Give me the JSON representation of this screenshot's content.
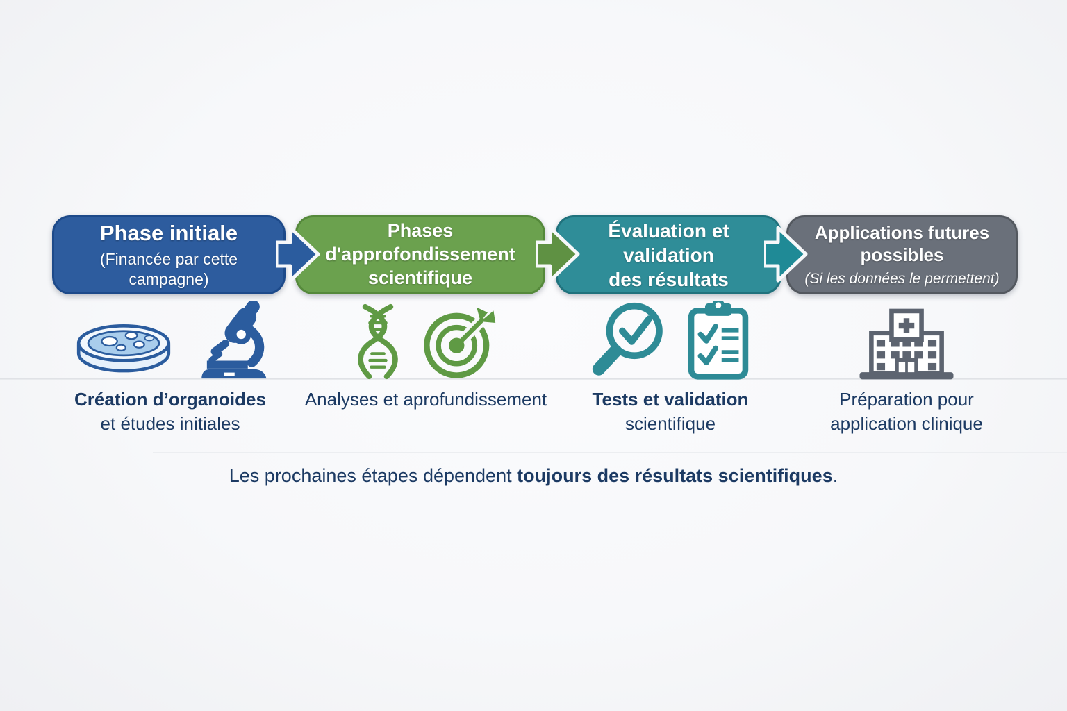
{
  "diagram": {
    "background_color": "#f7f8fa",
    "text_color": "#1c3a63",
    "phases": [
      {
        "title_line1": "Phase initiale",
        "title_line2": "(Financée par cette campagne)",
        "color": "#2d5c9e",
        "border_color": "#1d4a8a",
        "icons": [
          "petri-dish-icon",
          "microscope-icon"
        ],
        "icon_color": "#2b5c9e",
        "caption_line1": "Création d’organoides",
        "caption_line2": "et études initiales"
      },
      {
        "title_line1": "Phases d'approfondissement",
        "title_line2": "scientifique",
        "color": "#6ba14e",
        "border_color": "#55893b",
        "icons": [
          "dna-icon",
          "target-arrow-icon"
        ],
        "icon_color": "#5f9a44",
        "caption_line1": "Analyses et aprofundissement",
        "caption_line2": ""
      },
      {
        "title_line1": "Évaluation et validation",
        "title_line2": "des résultats",
        "color": "#2f8d98",
        "border_color": "#20727d",
        "icons": [
          "magnifier-check-icon",
          "clipboard-checklist-icon"
        ],
        "icon_color": "#2e8b96",
        "caption_line1": "Tests et validation",
        "caption_line2": "scientifique"
      },
      {
        "title_line1": "Applications futures possibles",
        "title_line2": "(Si les données le permettent)",
        "color": "#6a707a",
        "border_color": "#53585f",
        "icons": [
          "hospital-icon"
        ],
        "icon_color": "#5d6470",
        "caption_line1": "Préparation pour",
        "caption_line2": "application clinique"
      }
    ],
    "arrows": [
      {
        "color": "#2b5c9e"
      },
      {
        "color": "#5f9143"
      },
      {
        "color": "#1f8a96"
      }
    ],
    "footer": {
      "prefix": "Les prochaines étapes dépendent ",
      "emphasis": "toujours des résultats scientifiques",
      "suffix": "."
    }
  }
}
